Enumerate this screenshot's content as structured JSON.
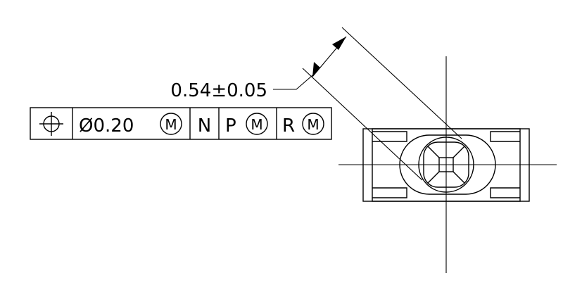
{
  "dimension": {
    "text": "0.54±0.05"
  },
  "feature_control_frame": {
    "symbol_name": "position-symbol",
    "tolerance": "Ø0.20",
    "tolerance_modifier": "M",
    "datums": [
      {
        "letter": "N",
        "modifier": ""
      },
      {
        "letter": "P",
        "modifier": "M"
      },
      {
        "letter": "R",
        "modifier": "M"
      }
    ]
  }
}
